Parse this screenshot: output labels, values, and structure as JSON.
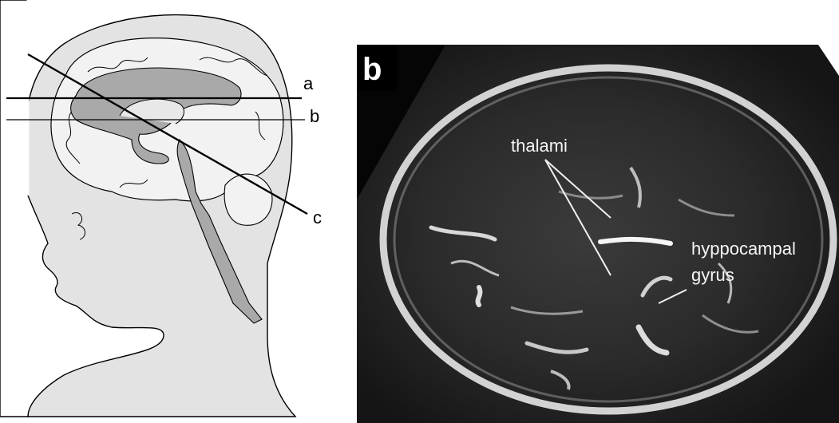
{
  "left_panel": {
    "plane_labels": [
      "a",
      "b",
      "c"
    ]
  },
  "right_panel": {
    "panel_label": "b",
    "annotations": {
      "thalami": "thalami",
      "hippocampal_line1": "hyppocampal",
      "hippocampal_line2": "gyrus"
    }
  },
  "colors": {
    "head_fill": "#e3e3e3",
    "brain_fill": "#f2f2f2",
    "ventricle_fill": "#a9a9a9",
    "ultrasound_bg": "#111111",
    "skull_ring": "#e6e6e6"
  }
}
